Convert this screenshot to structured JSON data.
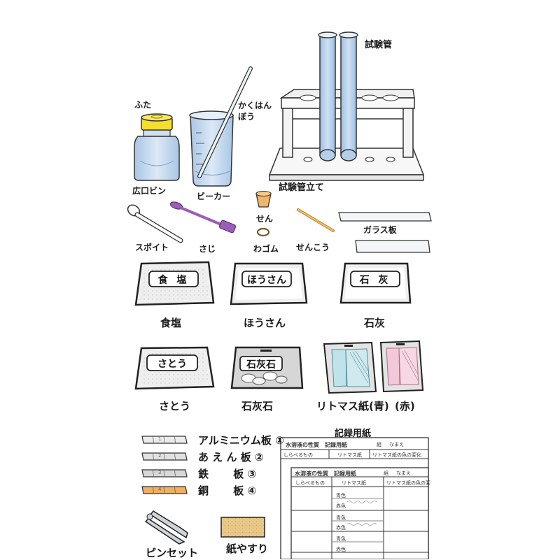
{
  "equipment": {
    "test_tube": "試験管",
    "lid": "ふた",
    "stir_rod": "かくはん\nぼう",
    "wide_bottle": "広口ビン",
    "beaker": "ビーカー",
    "tube_stand": "試験管立て",
    "dropper": "スポイト",
    "spoon": "さじ",
    "stopper": "せん",
    "rubber_band": "わゴム",
    "stick": "せんこう",
    "glass_plate": "ガラス板"
  },
  "samples": {
    "salt_tag": "食 塩",
    "salt": "食塩",
    "boric_tag": "ほうさん",
    "boric": "ほうさん",
    "lime_tag": "石 灰",
    "lime": "石灰",
    "sugar_tag": "さとう",
    "sugar": "さとう",
    "limestone_tag": "石灰石",
    "limestone": "石灰石",
    "litmus": "リトマス紙(青)",
    "litmus_red": "(赤)"
  },
  "metals": [
    {
      "num": "1",
      "label": "アルミニウム板 ①",
      "color": "#ececec"
    },
    {
      "num": "2",
      "label": "あ え ん 板 ②",
      "color": "#e2e2e2"
    },
    {
      "num": "3",
      "label": "鉄　　 板 ③",
      "color": "#d8d8d8"
    },
    {
      "num": "4",
      "label": "銅　　 板 ④",
      "color": "#f0b060"
    }
  ],
  "tools": {
    "tweezers": "ピンセット",
    "sandpaper": "紙やすり"
  },
  "record": {
    "title": "記録用紙",
    "header1": "水溶液の性質　記録用紙",
    "group": "組",
    "name": "なまえ",
    "col_item": "しらべるもの",
    "col_litmus": "リトマス紙",
    "col_change": "リトマス紙の色の変化",
    "col_change_short": "リトマス紙の色の変",
    "blue": "青色",
    "red": "赤色"
  },
  "colors": {
    "blue_glass": "#c7dcef",
    "purple": "#9b5db8",
    "orange": "#f3b56a",
    "yellow_cap": "#f5df2e",
    "litmus_blue": "#bfe3ea",
    "litmus_red": "#f3c8d8"
  }
}
